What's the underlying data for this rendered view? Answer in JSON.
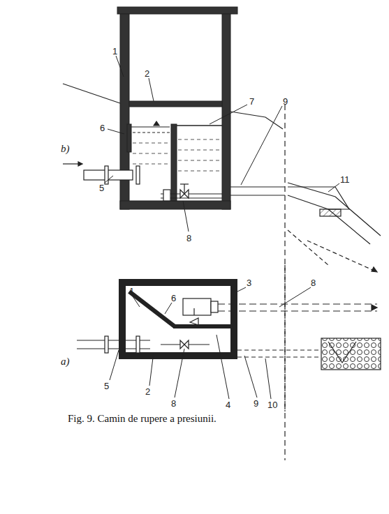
{
  "diagram": {
    "caption": "Fig. 9. Camin de rupere a presiunii.",
    "labels": [
      "1",
      "2",
      "7",
      "9",
      "b)",
      "6",
      "5",
      "8",
      "11",
      "3",
      "8",
      "1",
      "6",
      "a)",
      "5",
      "2",
      "8",
      "4",
      "9",
      "10"
    ]
  }
}
